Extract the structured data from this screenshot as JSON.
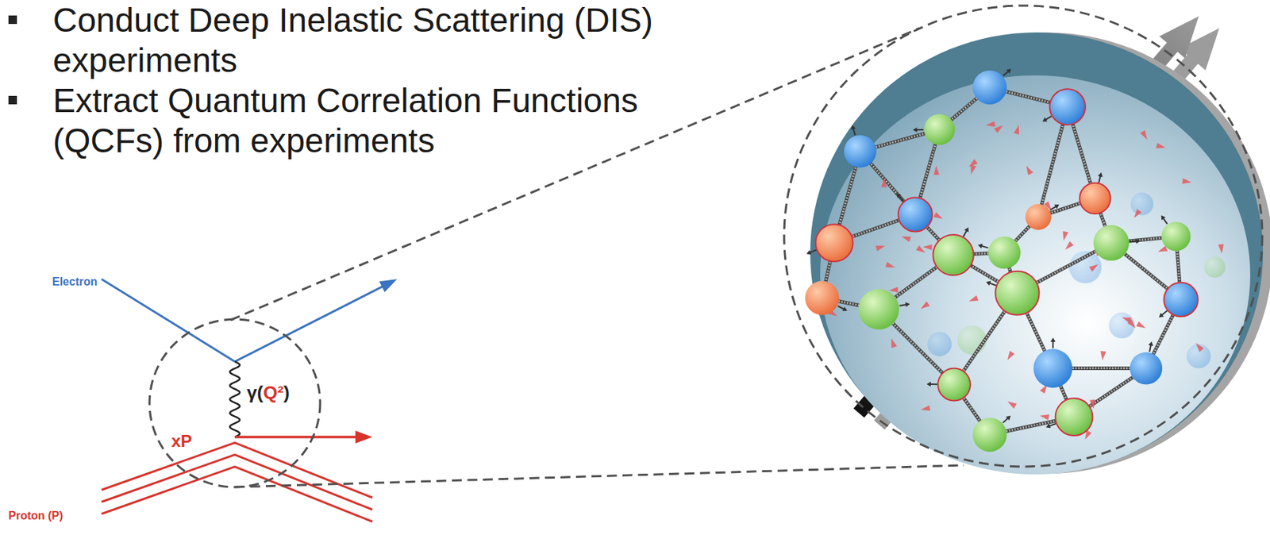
{
  "diagram": {
    "labels": [
      "Conduct Deep Inelastic Scattering (DIS) experiments",
      "Extract Quantum Correlation Functions (QCFs) from experiments",
      "Electron",
      "γ(Q²)",
      "xP",
      "Proton (P)"
    ]
  }
}
